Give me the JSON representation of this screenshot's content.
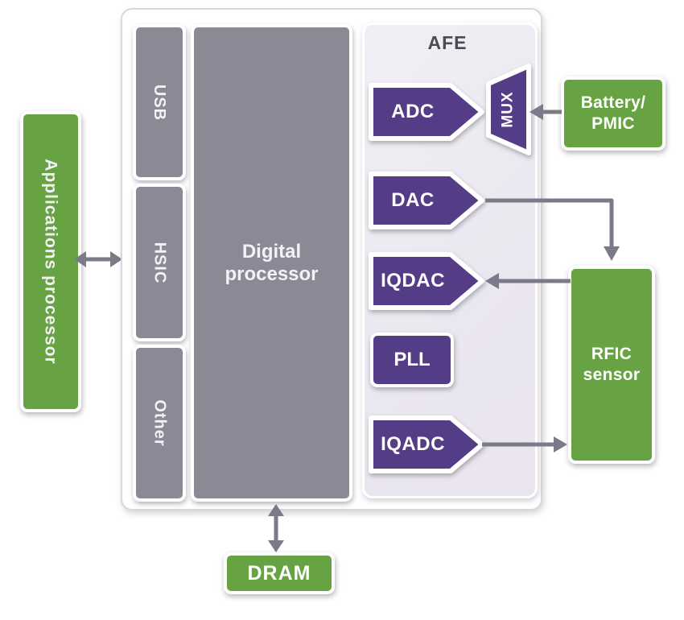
{
  "colors": {
    "green": "#68a343",
    "purple": "#553c87",
    "block_gray": "#8a8a97",
    "afe_background": "#ebe7f0",
    "arrow_gray": "#7a7a88",
    "afe_title_text": "#4b4b54"
  },
  "apps_processor": {
    "label": "Applications processor"
  },
  "soc": {
    "ports": [
      {
        "label": "USB"
      },
      {
        "label": "HSIC"
      },
      {
        "label": "Other"
      }
    ],
    "digital_processor": {
      "label": "Digital processor",
      "lines": [
        "Digital",
        "processor"
      ]
    },
    "afe": {
      "title": "AFE",
      "adc": {
        "label": "ADC"
      },
      "mux": {
        "label": "MUX"
      },
      "dac": {
        "label": "DAC"
      },
      "iqdac": {
        "label": "IQDAC"
      },
      "pll": {
        "label": "PLL"
      },
      "iqadc": {
        "label": "IQADC"
      }
    }
  },
  "battery_pmic": {
    "label": "Battery/PMIC",
    "lines": [
      "Battery/",
      "PMIC"
    ]
  },
  "rfic_sensor": {
    "label": "RFIC sensor",
    "lines": [
      "RFIC",
      "sensor"
    ]
  },
  "dram": {
    "label": "DRAM"
  },
  "connections": [
    {
      "from": "applications-processor",
      "to": "soc",
      "type": "bidirectional"
    },
    {
      "from": "battery-pmic",
      "to": "mux",
      "type": "one-way"
    },
    {
      "from": "dac",
      "to": "rfic-sensor",
      "type": "one-way"
    },
    {
      "from": "rfic-sensor",
      "to": "iqdac",
      "type": "one-way"
    },
    {
      "from": "iqadc",
      "to": "rfic-sensor",
      "type": "one-way"
    },
    {
      "from": "soc",
      "to": "dram",
      "type": "bidirectional"
    }
  ]
}
